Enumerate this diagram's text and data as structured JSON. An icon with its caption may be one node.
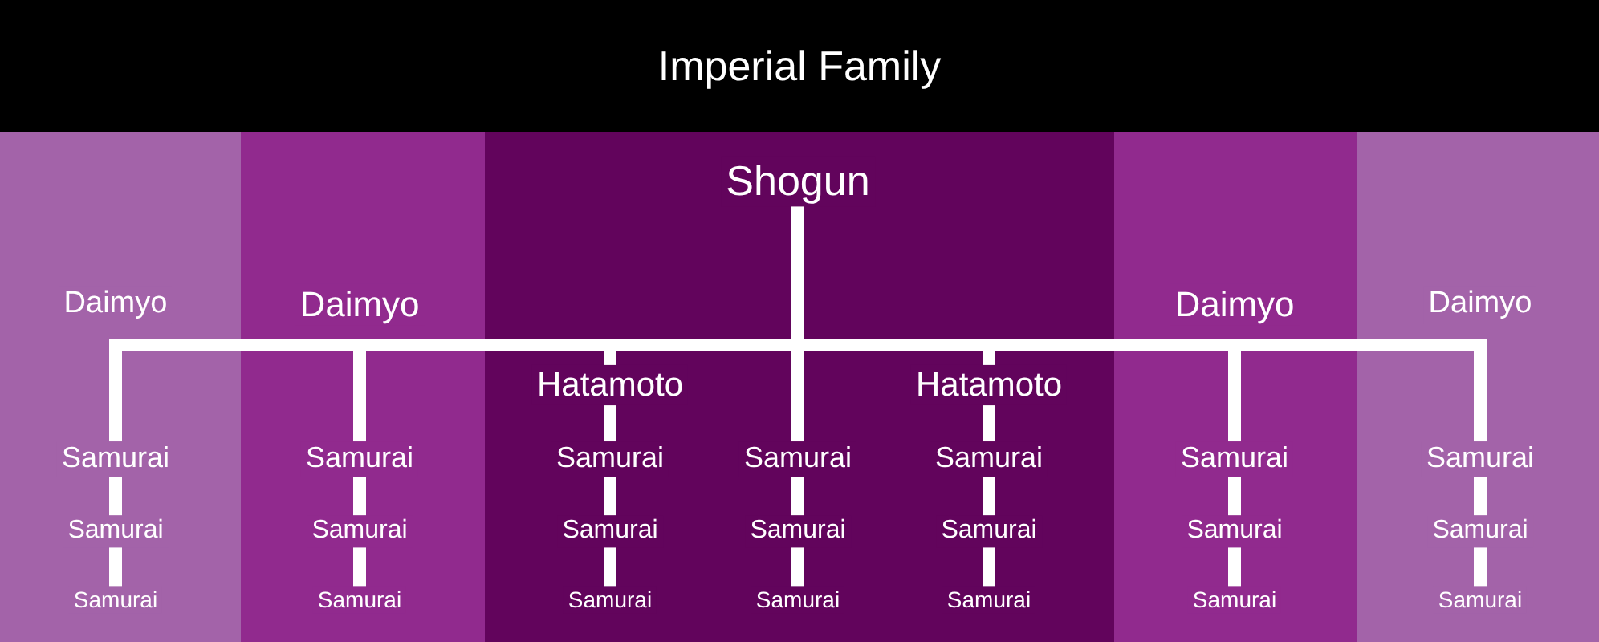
{
  "diagram": {
    "nodes": [
      {
        "text": [
          "Imperial Family"
        ]
      },
      {
        "text": [
          "Shogun"
        ]
      },
      {
        "text": [
          "Daimyo"
        ]
      },
      {
        "text": [
          "Daimyo"
        ]
      },
      {
        "text": [
          "Daimyo"
        ]
      },
      {
        "text": [
          "Daimyo"
        ]
      },
      {
        "text": [
          "Hatamoto"
        ]
      },
      {
        "text": [
          "Hatamoto"
        ]
      },
      {
        "text": [
          "Samurai"
        ]
      },
      {
        "text": [
          "Samurai"
        ]
      },
      {
        "text": [
          "Samurai"
        ]
      },
      {
        "text": [
          "Samurai"
        ]
      },
      {
        "text": [
          "Samurai"
        ]
      },
      {
        "text": [
          "Samurai"
        ]
      },
      {
        "text": [
          "Samurai"
        ]
      },
      {
        "text": [
          "Samurai"
        ]
      },
      {
        "text": [
          "Samurai"
        ]
      },
      {
        "text": [
          "Samurai"
        ]
      },
      {
        "text": [
          "Samurai"
        ]
      },
      {
        "text": [
          "Samurai"
        ]
      },
      {
        "text": [
          "Samurai"
        ]
      },
      {
        "text": [
          "Samurai"
        ]
      },
      {
        "text": [
          "Samurai"
        ]
      },
      {
        "text": [
          "Samurai"
        ]
      },
      {
        "text": [
          "Samurai"
        ]
      },
      {
        "text": [
          "Samurai"
        ]
      },
      {
        "text": [
          "Samurai"
        ]
      },
      {
        "text": [
          "Samurai"
        ]
      },
      {
        "text": [
          "Samurai"
        ]
      }
    ],
    "edges": [
      {
        "from": 1,
        "to": 8,
        "arrow": "none"
      },
      {
        "from": 1,
        "to": 9,
        "arrow": "none"
      },
      {
        "from": 1,
        "to": 6,
        "arrow": "none"
      },
      {
        "from": 1,
        "to": 11,
        "arrow": "none"
      },
      {
        "from": 1,
        "to": 7,
        "arrow": "none"
      },
      {
        "from": 1,
        "to": 13,
        "arrow": "none"
      },
      {
        "from": 1,
        "to": 14,
        "arrow": "none"
      },
      {
        "from": 6,
        "to": 10,
        "arrow": "none"
      },
      {
        "from": 7,
        "to": 12,
        "arrow": "none"
      },
      {
        "from": 8,
        "to": 15,
        "arrow": "none"
      },
      {
        "from": 9,
        "to": 16,
        "arrow": "none"
      },
      {
        "from": 10,
        "to": 17,
        "arrow": "none"
      },
      {
        "from": 11,
        "to": 18,
        "arrow": "none"
      },
      {
        "from": 12,
        "to": 19,
        "arrow": "none"
      },
      {
        "from": 13,
        "to": 20,
        "arrow": "none"
      },
      {
        "from": 14,
        "to": 21,
        "arrow": "none"
      },
      {
        "from": 15,
        "to": 22,
        "arrow": "none"
      },
      {
        "from": 16,
        "to": 23,
        "arrow": "none"
      },
      {
        "from": 17,
        "to": 24,
        "arrow": "none"
      },
      {
        "from": 18,
        "to": 25,
        "arrow": "none"
      },
      {
        "from": 19,
        "to": 26,
        "arrow": "none"
      },
      {
        "from": 20,
        "to": 27,
        "arrow": "none"
      },
      {
        "from": 21,
        "to": 28,
        "arrow": "none"
      }
    ]
  }
}
